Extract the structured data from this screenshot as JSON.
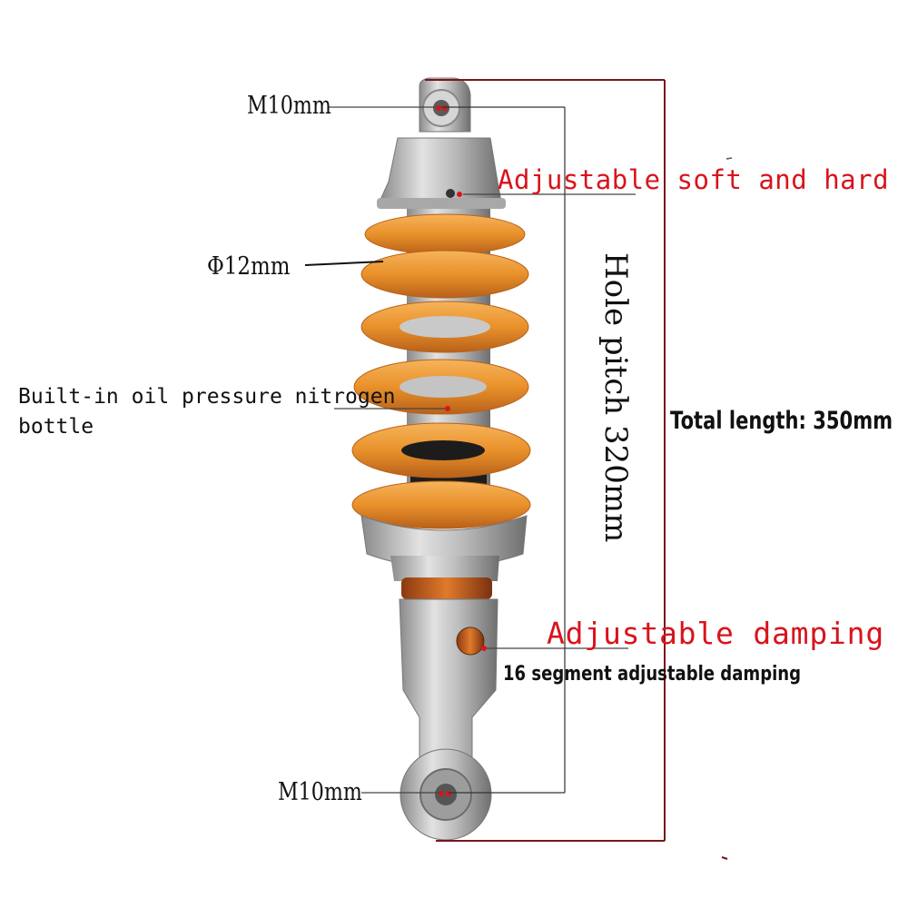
{
  "labels": {
    "top_mount": "M10mm",
    "bottom_mount": "M10mm",
    "wire_diameter": "Φ12mm",
    "bottle_line1": "Built-in oil pressure nitrogen",
    "bottle_line2": "bottle",
    "preload": "Adjustable soft and hard",
    "hole_pitch": "Hole pitch 320mm",
    "total_length": "Total length: 350mm",
    "damping": "Adjustable damping",
    "damping_note": "16 segment adjustable damping"
  },
  "colors": {
    "spring": "#e9912a",
    "spring_shadow": "#b8611a",
    "body": "#b9b9b9",
    "body_dark": "#7d7d7d",
    "accent_red": "#d8141c",
    "frame_line": "#7a1518"
  }
}
